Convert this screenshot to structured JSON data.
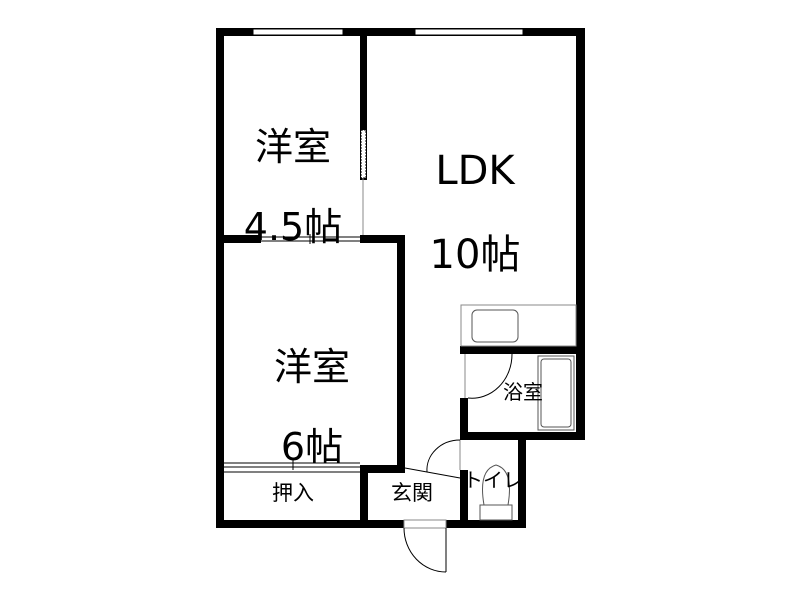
{
  "plan": {
    "rooms": [
      {
        "name": "洋室",
        "size": "4.5帖"
      },
      {
        "name": "LDK",
        "size": "10帖"
      },
      {
        "name": "洋室",
        "size": "6帖"
      },
      {
        "name": "浴室"
      },
      {
        "name": "押入"
      },
      {
        "name": "玄関"
      },
      {
        "name": "トイレ"
      }
    ]
  }
}
